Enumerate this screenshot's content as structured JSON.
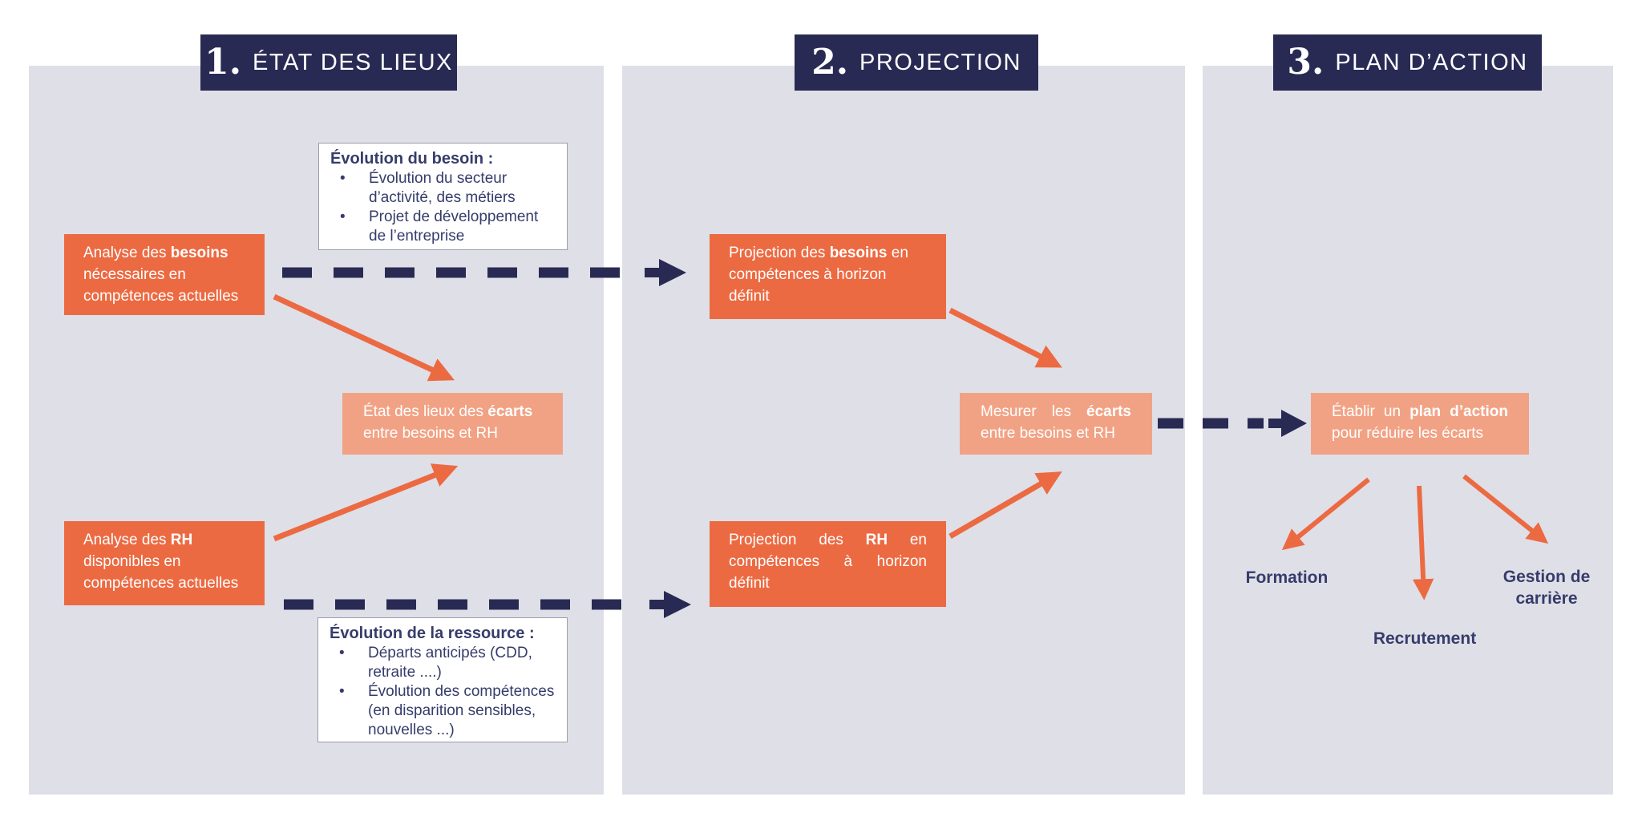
{
  "colors": {
    "navy": "#292a54",
    "orange": "#ec6a42",
    "salmon": "#f2a284",
    "panel": "#dfdfe7",
    "text_navy": "#363c6b"
  },
  "steps": [
    {
      "num": "1.",
      "label": "ÉTAT DES LIEUX"
    },
    {
      "num": "2.",
      "label": "PROJECTION"
    },
    {
      "num": "3.",
      "label": "PLAN D’ACTION"
    }
  ],
  "boxes": {
    "analyse_besoins": {
      "pre": "Analyse des ",
      "bold": "besoins",
      "post": " nécessaires en compétences actuelles"
    },
    "evolution_besoin": {
      "title": "Évolution du besoin :",
      "bullets": [
        "Évolution du secteur d’activité, des métiers",
        "Projet de développement de l’entreprise"
      ]
    },
    "etat_ecarts": {
      "pre": "État des lieux des ",
      "bold": "écarts",
      "post": " entre besoins et RH"
    },
    "analyse_rh": {
      "pre": "Analyse des ",
      "bold": "RH",
      "post": " disponibles en compétences actuelles"
    },
    "evolution_ressource": {
      "title": "Évolution de la ressource :",
      "bullets": [
        "Départs anticipés (CDD, retraite ....)",
        "Évolution des compétences (en disparition sensibles, nouvelles ...)"
      ]
    },
    "projection_besoins": {
      "pre": "Projection des ",
      "bold": "besoins",
      "post": " en compétences à horizon définit"
    },
    "projection_rh": {
      "pre": "Projection des ",
      "bold": "RH",
      "post": " en compétences à horizon définit"
    },
    "mesurer_ecarts": {
      "pre": "Mesurer les ",
      "bold": "écarts",
      "post": " entre besoins et RH"
    },
    "plan_action": {
      "pre": "Établir un ",
      "bold": "plan d’action",
      "post": " pour réduire les écarts"
    }
  },
  "actions": {
    "formation": "Formation",
    "recrutement": "Recrutement",
    "gestion_carriere": "Gestion de carrière"
  }
}
